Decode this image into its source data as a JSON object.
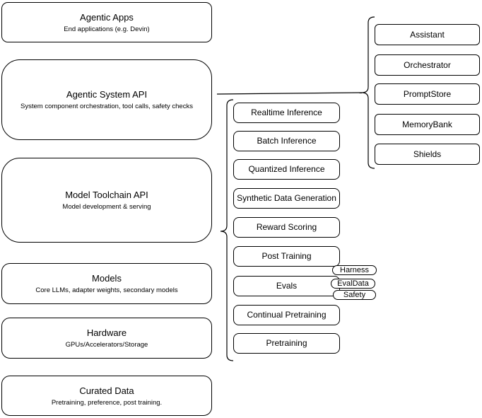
{
  "colors": {
    "stroke": "#000000",
    "canvas_background": "#ffffff",
    "node_fill": "#ffffff",
    "text": "#000000"
  },
  "left_stack": [
    {
      "title": "Agentic Apps",
      "subtitle": "End applications (e.g. Devin)"
    },
    {
      "title": "Agentic System API",
      "subtitle": "System component orchestration, tool calls, safety checks"
    },
    {
      "title": "Model Toolchain API",
      "subtitle": "Model development & serving"
    },
    {
      "title": "Models",
      "subtitle": "Core LLMs, adapter weights, secondary models"
    },
    {
      "title": "Hardware",
      "subtitle": "GPUs/Accelerators/Storage"
    },
    {
      "title": "Curated Data",
      "subtitle": "Pretraining, preference, post training."
    }
  ],
  "toolchain_services": [
    "Realtime Inference",
    "Batch Inference",
    "Quantized Inference",
    "Synthetic Data Generation",
    "Reward Scoring",
    "Post Training",
    "Evals",
    "Continual Pretraining",
    "Pretraining"
  ],
  "system_components": [
    "Assistant",
    "Orchestrator",
    "PromptStore",
    "MemoryBank",
    "Shields"
  ],
  "eval_tags": [
    "Harness",
    "EvalData",
    "Safety"
  ]
}
